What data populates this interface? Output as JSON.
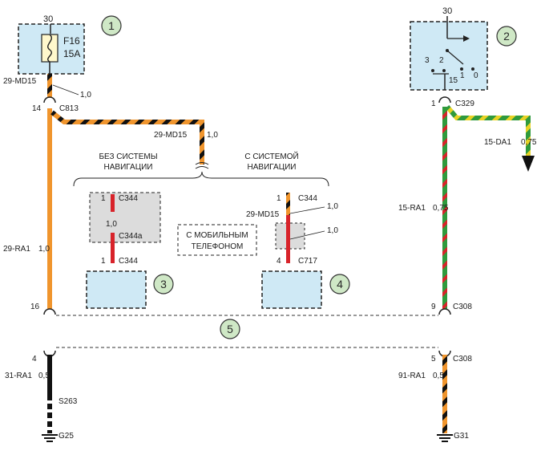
{
  "colors": {
    "orange": "#f0952d",
    "black": "#111111",
    "green": "#2f9a3c",
    "yellow": "#e8d224",
    "red": "#d8232a",
    "light_blue": "#cfe9f5",
    "gray_fill": "#dcdcdc",
    "callout_fill": "#cfe8c6"
  },
  "callouts": [
    "1",
    "2",
    "3",
    "4",
    "5"
  ],
  "fuse": {
    "pin": "30",
    "name": "F16",
    "rating": "15A"
  },
  "ignition": {
    "pin_top": "30",
    "pin3": "3",
    "pin2": "2",
    "pin1": "1",
    "pin0": "0",
    "pin15": "15"
  },
  "wires": {
    "md15_left": "29-MD15",
    "md15_left_size": "1,0",
    "md15_mid": "29-MD15",
    "md15_mid_size": "1,0",
    "md15_c344": "29-MD15",
    "md15_c344_size": "1,0",
    "md15_c717_size": "1,0",
    "ra1_left": "29-RA1",
    "ra1_left_size": "1,0",
    "ra1_right": "15-RA1",
    "ra1_right_size": "0,75",
    "da1": "15-DA1",
    "da1_size": "0,75",
    "ra1_31": "31-RA1",
    "ra1_31_size": "0,5",
    "ra1_91": "91-RA1",
    "ra1_91_size": "0,5"
  },
  "connectors": {
    "c813_pin": "14",
    "c813": "C813",
    "c329_pin": "1",
    "c329": "C329",
    "c344_a_pin": "1",
    "c344_a": "C344",
    "c344a_pin": "1,0",
    "c344a": "C344a",
    "c344_b_pin": "1",
    "c344_b": "C344",
    "c344_c_pin": "1",
    "c344_c": "C344",
    "c717_pin": "4",
    "c717": "C717",
    "c308_left_pin": "16",
    "c308_mid_pin": "9",
    "c308_top": "C308",
    "c308_low_left_pin": "4",
    "c308_low_right_pin": "5",
    "c308_bottom": "C308",
    "s263": "S263",
    "g25": "G25",
    "g31": "G31"
  },
  "labels": {
    "without_nav_l1": "БЕЗ СИСТЕМЫ",
    "without_nav_l2": "НАВИГАЦИИ",
    "with_nav_l1": "С СИСТЕМОЙ",
    "with_nav_l2": "НАВИГАЦИИ",
    "mobile_l1": "С МОБИЛЬНЫМ",
    "mobile_l2": "ТЕЛЕФОНОМ"
  }
}
